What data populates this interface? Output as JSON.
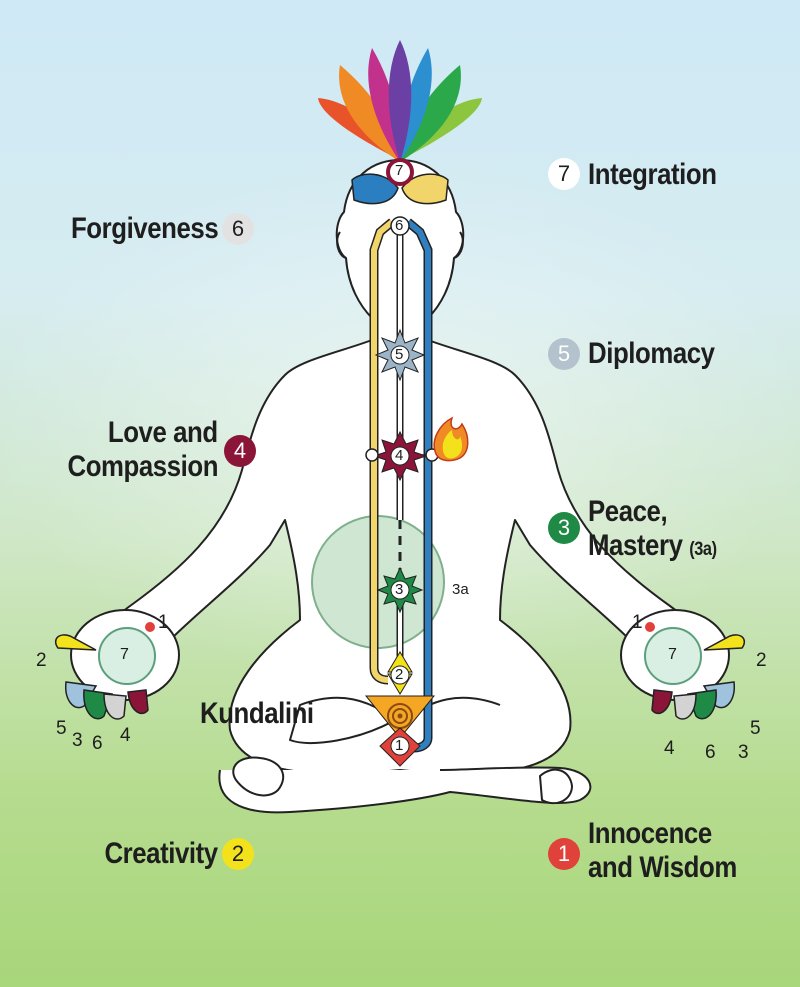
{
  "labels": {
    "integration": {
      "num": "7",
      "text": "Integration"
    },
    "forgiveness": {
      "num": "6",
      "text": "Forgiveness"
    },
    "diplomacy": {
      "num": "5",
      "text": "Diplomacy"
    },
    "love": {
      "num": "4",
      "line1": "Love and",
      "line2": "Compassion"
    },
    "peace": {
      "num": "3",
      "line1": "Peace,",
      "line2": "Mastery",
      "suffix": "(3a)"
    },
    "kundalini": {
      "text": "Kundalini"
    },
    "creativity": {
      "num": "2",
      "text": "Creativity"
    },
    "innocence": {
      "num": "1",
      "line1": "Innocence",
      "line2": "and Wisdom"
    }
  },
  "body_markers": {
    "c7": "7",
    "c6": "6",
    "c5": "5",
    "c4": "4",
    "c3": "3",
    "c3a": "3a",
    "c2": "2",
    "c1": "1"
  },
  "left_hand": {
    "palm": "7",
    "f1": "1",
    "f2": "2",
    "f5": "5",
    "f3": "3",
    "f6": "6",
    "f4": "4"
  },
  "right_hand": {
    "palm": "7",
    "f1": "1",
    "f2": "2",
    "f5": "5",
    "f3": "3",
    "f6": "6",
    "f4": "4"
  },
  "colors": {
    "c1": "#e0413a",
    "c2": "#f3e21b",
    "c3": "#1f8a45",
    "c4": "#8a1538",
    "c5": "#aebcc8",
    "c6": "#d3d3d3",
    "c7": "#ffffff",
    "left_channel": "#f2d56a",
    "right_channel": "#2f7fc1"
  }
}
